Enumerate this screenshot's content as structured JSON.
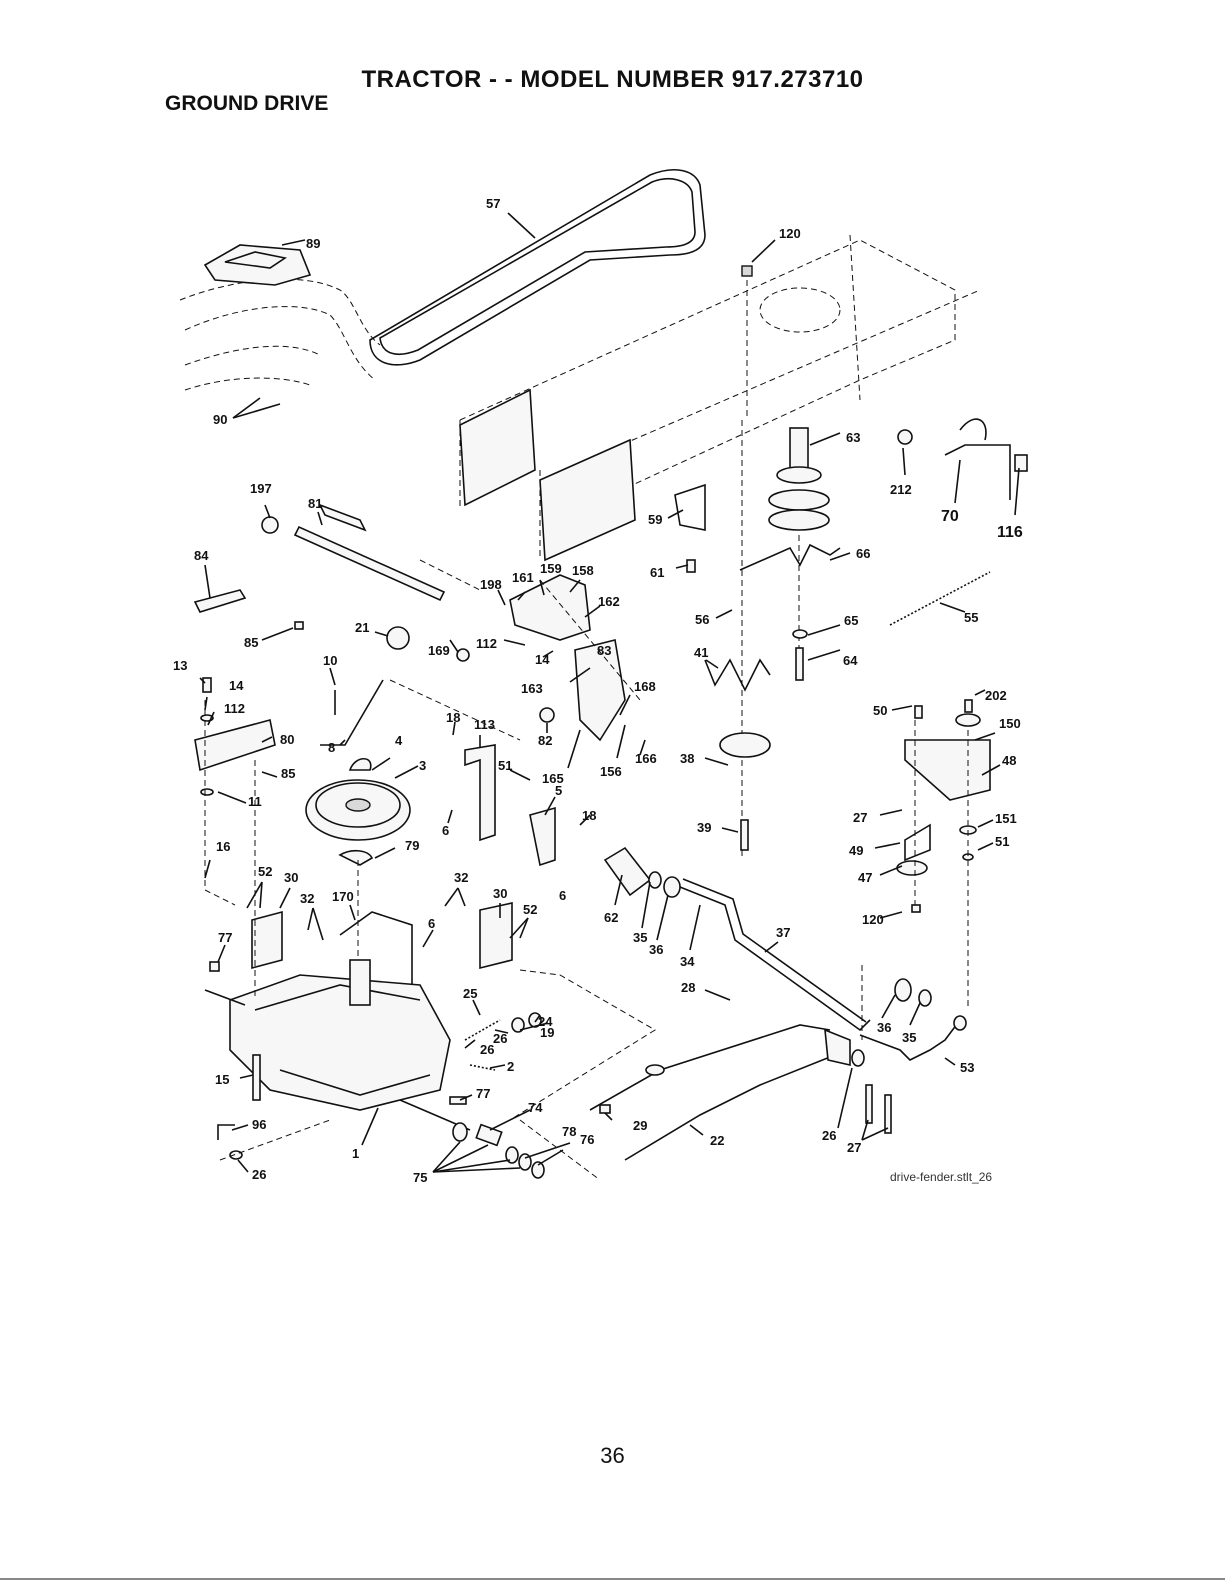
{
  "title": "TRACTOR - - MODEL NUMBER 917.273710",
  "subtitle": "GROUND DRIVE",
  "drawing_ref": "drive-fender.stlt_26",
  "page_number": "36",
  "callouts": [
    {
      "id": "c57",
      "text": "57"
    },
    {
      "id": "c89",
      "text": "89"
    },
    {
      "id": "c120a",
      "text": "120"
    },
    {
      "id": "c90",
      "text": "90"
    },
    {
      "id": "c63",
      "text": "63"
    },
    {
      "id": "c212",
      "text": "212"
    },
    {
      "id": "c70",
      "text": "70"
    },
    {
      "id": "c116",
      "text": "116"
    },
    {
      "id": "c197",
      "text": "197"
    },
    {
      "id": "c81",
      "text": "81"
    },
    {
      "id": "c59",
      "text": "59"
    },
    {
      "id": "c66",
      "text": "66"
    },
    {
      "id": "c84",
      "text": "84"
    },
    {
      "id": "c159",
      "text": "159"
    },
    {
      "id": "c158",
      "text": "158"
    },
    {
      "id": "c198",
      "text": "198"
    },
    {
      "id": "c161",
      "text": "161"
    },
    {
      "id": "c61",
      "text": "61"
    },
    {
      "id": "c162",
      "text": "162"
    },
    {
      "id": "c65",
      "text": "65"
    },
    {
      "id": "c56",
      "text": "56"
    },
    {
      "id": "c55",
      "text": "55"
    },
    {
      "id": "c85a",
      "text": "85"
    },
    {
      "id": "c21",
      "text": "21"
    },
    {
      "id": "c169",
      "text": "169"
    },
    {
      "id": "c112a",
      "text": "112"
    },
    {
      "id": "c64",
      "text": "64"
    },
    {
      "id": "c14a",
      "text": "14"
    },
    {
      "id": "c83",
      "text": "83"
    },
    {
      "id": "c10",
      "text": "10"
    },
    {
      "id": "c41",
      "text": "41"
    },
    {
      "id": "c13",
      "text": "13"
    },
    {
      "id": "c14b",
      "text": "14"
    },
    {
      "id": "c163",
      "text": "163"
    },
    {
      "id": "c168",
      "text": "168"
    },
    {
      "id": "c202",
      "text": "202"
    },
    {
      "id": "c112b",
      "text": "112"
    },
    {
      "id": "c50",
      "text": "50"
    },
    {
      "id": "c150",
      "text": "150"
    },
    {
      "id": "c18a",
      "text": "18"
    },
    {
      "id": "c113",
      "text": "113"
    },
    {
      "id": "c80",
      "text": "80"
    },
    {
      "id": "c8",
      "text": "8"
    },
    {
      "id": "c4",
      "text": "4"
    },
    {
      "id": "c82",
      "text": "82"
    },
    {
      "id": "c165",
      "text": "165"
    },
    {
      "id": "c166",
      "text": "166"
    },
    {
      "id": "c48",
      "text": "48"
    },
    {
      "id": "c85b",
      "text": "85"
    },
    {
      "id": "c51a",
      "text": "51"
    },
    {
      "id": "c156",
      "text": "156"
    },
    {
      "id": "c38",
      "text": "38"
    },
    {
      "id": "c3",
      "text": "3"
    },
    {
      "id": "c11",
      "text": "11"
    },
    {
      "id": "c5",
      "text": "5"
    },
    {
      "id": "c27a",
      "text": "27"
    },
    {
      "id": "c18b",
      "text": "18"
    },
    {
      "id": "c151",
      "text": "151"
    },
    {
      "id": "c6a",
      "text": "6"
    },
    {
      "id": "c39",
      "text": "39"
    },
    {
      "id": "c51b",
      "text": "51"
    },
    {
      "id": "c16",
      "text": "16"
    },
    {
      "id": "c79",
      "text": "79"
    },
    {
      "id": "c49",
      "text": "49"
    },
    {
      "id": "c47",
      "text": "47"
    },
    {
      "id": "c52a",
      "text": "52"
    },
    {
      "id": "c30a",
      "text": "30"
    },
    {
      "id": "c32a",
      "text": "32"
    },
    {
      "id": "c6b",
      "text": "6"
    },
    {
      "id": "c32b",
      "text": "32"
    },
    {
      "id": "c170",
      "text": "170"
    },
    {
      "id": "c30b",
      "text": "30"
    },
    {
      "id": "c120b",
      "text": "120"
    },
    {
      "id": "c62",
      "text": "62"
    },
    {
      "id": "c52b",
      "text": "52"
    },
    {
      "id": "c6c",
      "text": "6"
    },
    {
      "id": "c35a",
      "text": "35"
    },
    {
      "id": "c77a",
      "text": "77"
    },
    {
      "id": "c36a",
      "text": "36"
    },
    {
      "id": "c37",
      "text": "37"
    },
    {
      "id": "c34",
      "text": "34"
    },
    {
      "id": "c25",
      "text": "25"
    },
    {
      "id": "c24",
      "text": "24"
    },
    {
      "id": "c19",
      "text": "19"
    },
    {
      "id": "c26a",
      "text": "26"
    },
    {
      "id": "c28",
      "text": "28"
    },
    {
      "id": "c36b",
      "text": "36"
    },
    {
      "id": "c35b",
      "text": "35"
    },
    {
      "id": "c26b",
      "text": "26"
    },
    {
      "id": "c2",
      "text": "2"
    },
    {
      "id": "c53",
      "text": "53"
    },
    {
      "id": "c15",
      "text": "15"
    },
    {
      "id": "c77b",
      "text": "77"
    },
    {
      "id": "c74",
      "text": "74"
    },
    {
      "id": "c29",
      "text": "29"
    },
    {
      "id": "c96",
      "text": "96"
    },
    {
      "id": "c78",
      "text": "78"
    },
    {
      "id": "c76",
      "text": "76"
    },
    {
      "id": "c22",
      "text": "22"
    },
    {
      "id": "c26c",
      "text": "26"
    },
    {
      "id": "c27b",
      "text": "27"
    },
    {
      "id": "c1",
      "text": "1"
    },
    {
      "id": "c26d",
      "text": "26"
    },
    {
      "id": "c75",
      "text": "75"
    }
  ]
}
